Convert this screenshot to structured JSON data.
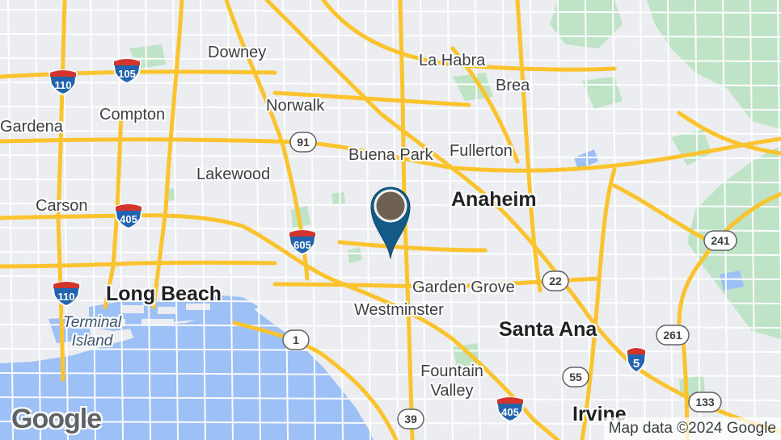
{
  "map": {
    "colors": {
      "land": "#ebedf0",
      "water": "#9dc0f7",
      "park": "#bfe3c6",
      "highway": "#fbc32d",
      "street": "#ffffff",
      "pin": "#135b86",
      "pin_center": "#6f6054"
    },
    "labels": {
      "downey": "Downey",
      "la_habra": "La Habra",
      "brea": "Brea",
      "gardena": "Gardena",
      "compton": "Compton",
      "norwalk": "Norwalk",
      "buena_park": "Buena Park",
      "fullerton": "Fullerton",
      "lakewood": "Lakewood",
      "anaheim": "Anaheim",
      "carson": "Carson",
      "long_beach": "Long Beach",
      "garden_grove": "Garden Grove",
      "westminster": "Westminster",
      "santa_ana": "Santa Ana",
      "terminal_island_1": "Terminal",
      "terminal_island_2": "Island",
      "fountain_valley_1": "Fountain",
      "fountain_valley_2": "Valley",
      "irvine": "Irvine"
    },
    "shields": {
      "i105": "105",
      "i110_top": "110",
      "i110_bottom": "110",
      "i405_left": "405",
      "i405_bottom": "405",
      "i605": "605",
      "i5": "5",
      "sr91": "91",
      "sr22": "22",
      "sr1": "1",
      "sr241": "241",
      "sr261": "261",
      "sr55": "55",
      "sr39": "39",
      "sr133": "133"
    },
    "logo": "Google",
    "attribution": "Map data ©2024 Google"
  }
}
